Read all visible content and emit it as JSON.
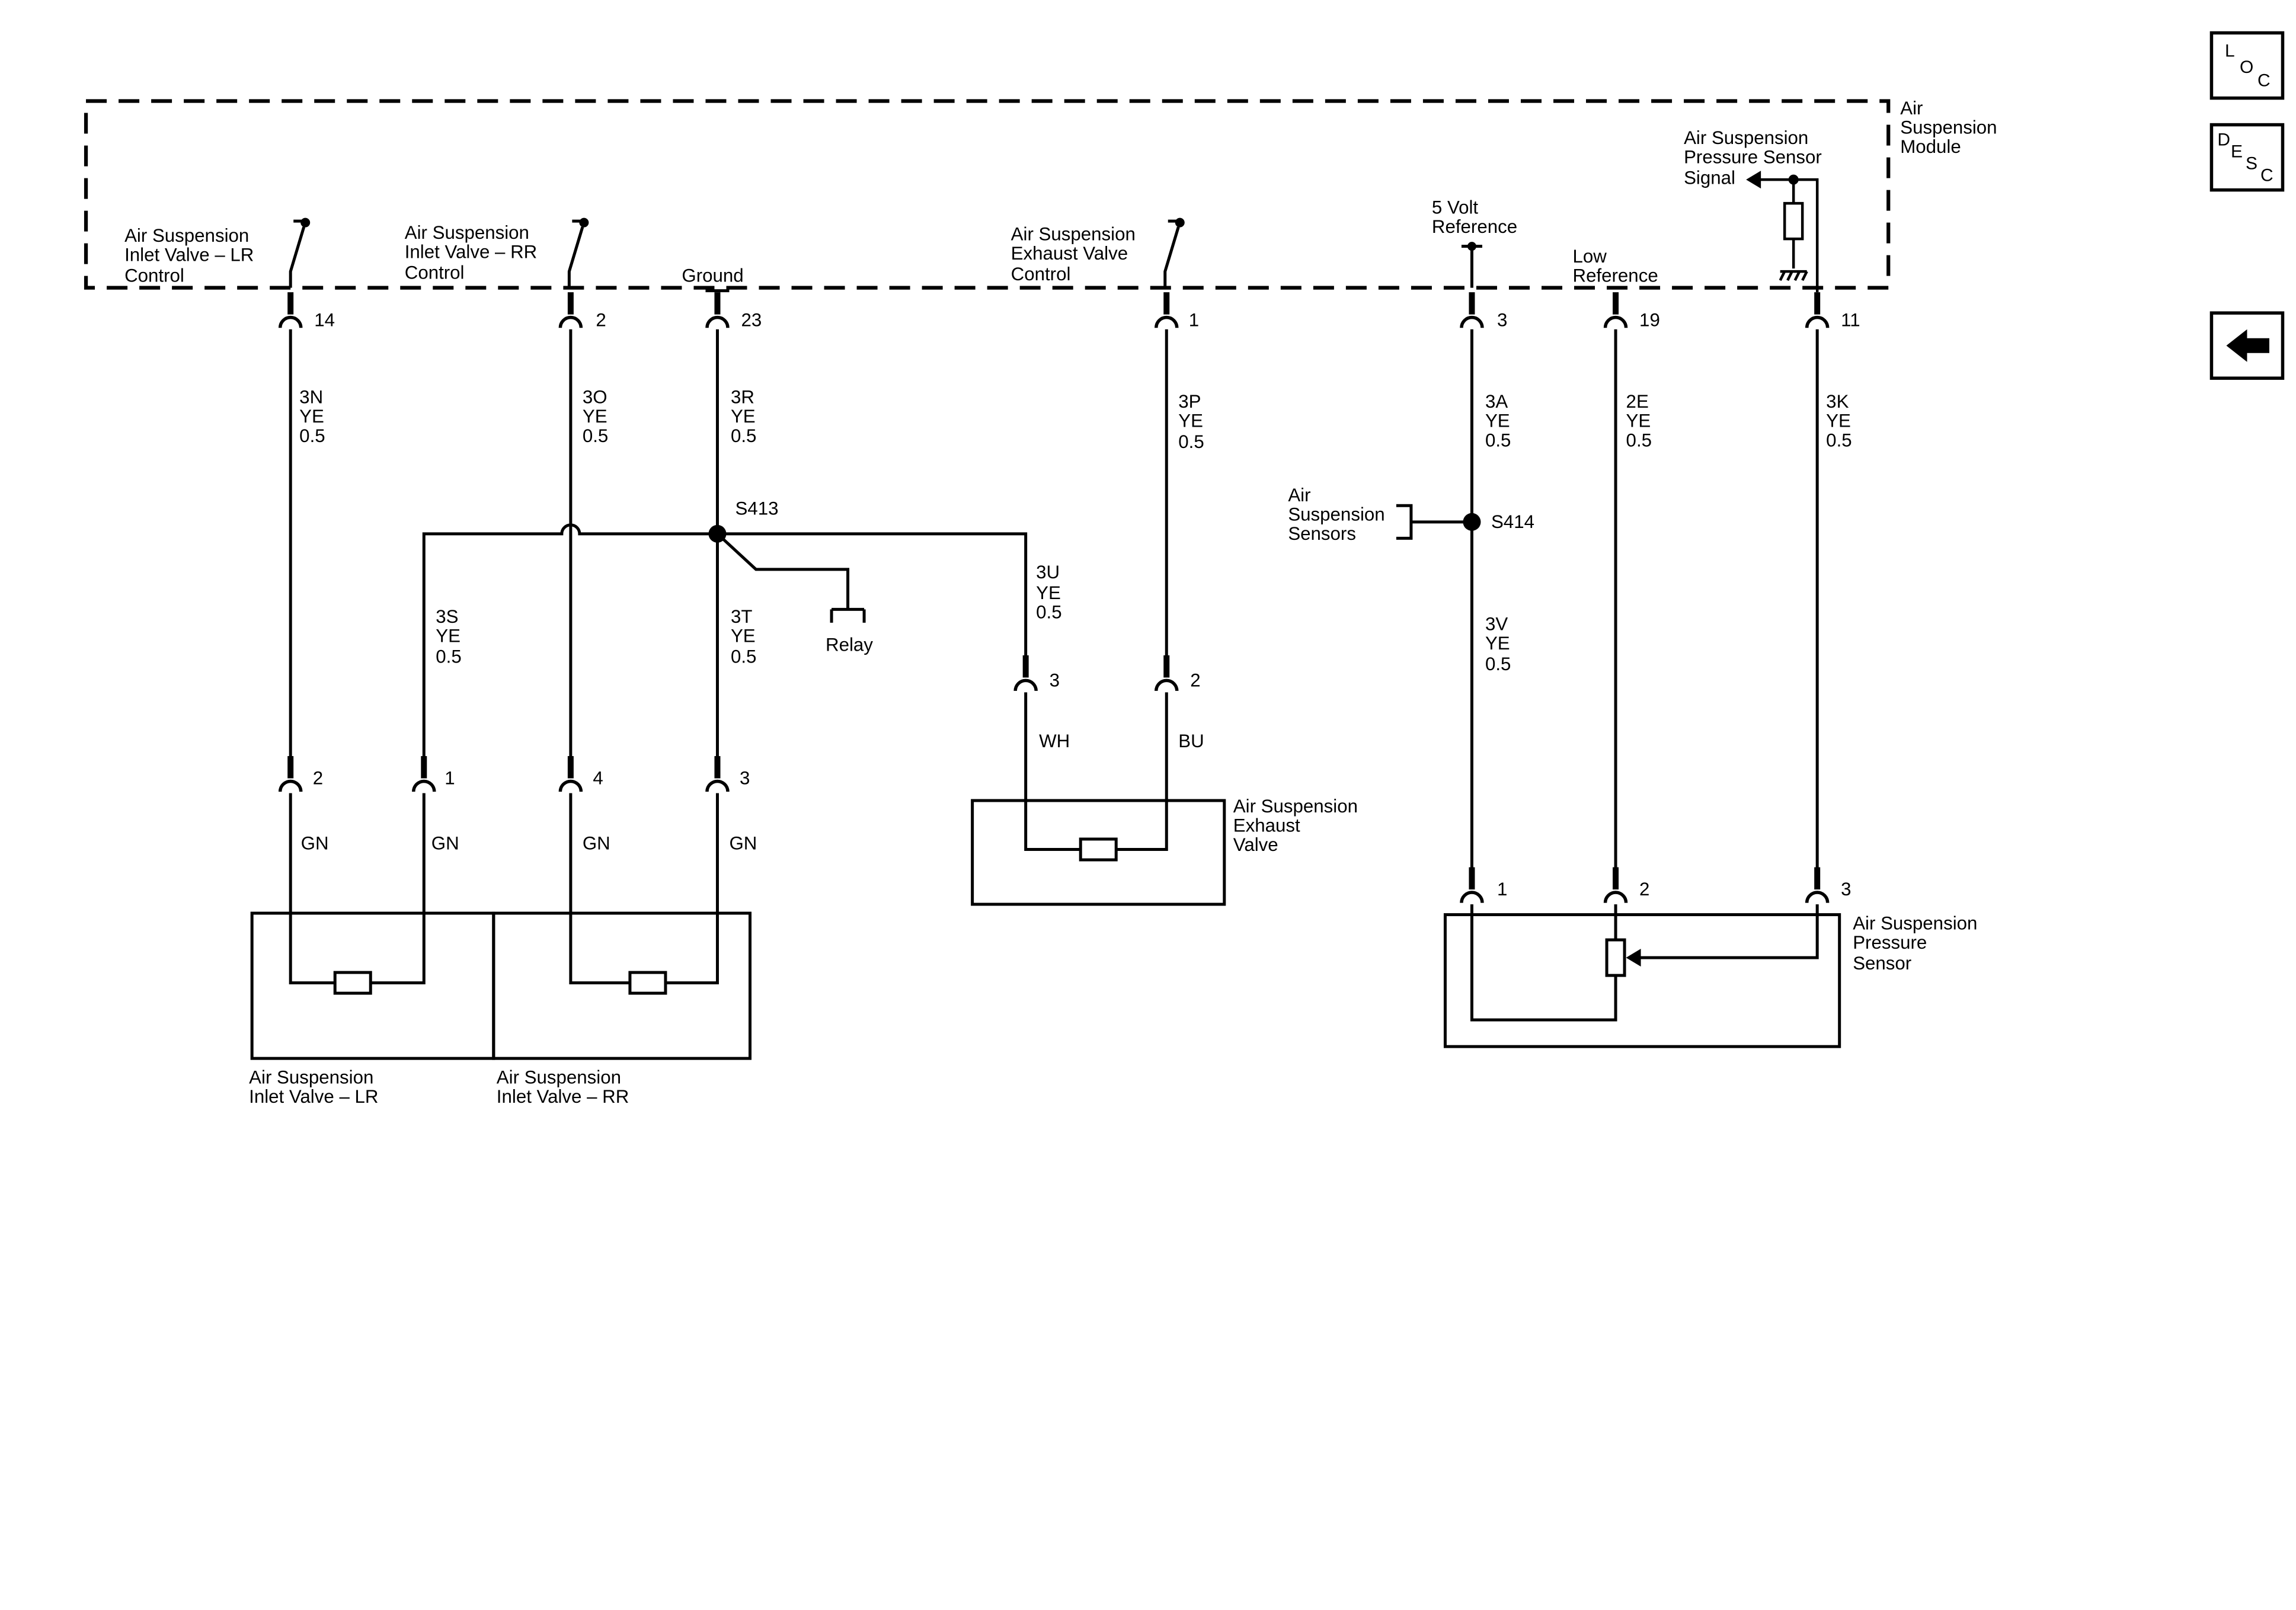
{
  "nav": {
    "loc": [
      "L",
      "O",
      "C"
    ],
    "desc": [
      "D",
      "E",
      "S",
      "C"
    ],
    "back_icon": "left-arrow-icon"
  },
  "module": {
    "name": [
      "Air",
      "Suspension",
      "Module"
    ],
    "signal": [
      "Air Suspension",
      "Pressure Sensor",
      "Signal"
    ],
    "inlet_lr": [
      "Air Suspension",
      "Inlet Valve – LR",
      "Control"
    ],
    "inlet_rr": [
      "Air Suspension",
      "Inlet Valve – RR",
      "Control"
    ],
    "ground": "Ground",
    "exhaust": [
      "Air Suspension",
      "Exhaust Valve",
      "Control"
    ],
    "five_volt": [
      "5 Volt",
      "Reference"
    ],
    "low_ref": [
      "Low",
      "Reference"
    ],
    "pins": {
      "inlet_lr": "14",
      "inlet_rr": "2",
      "ground": "23",
      "exhaust": "1",
      "five_volt": "3",
      "low_ref": "19",
      "signal": "11"
    }
  },
  "wires": {
    "w3n": [
      "3N",
      "YE",
      "0.5"
    ],
    "w3o": [
      "3O",
      "YE",
      "0.5"
    ],
    "w3r": [
      "3R",
      "YE",
      "0.5"
    ],
    "w3p": [
      "3P",
      "YE",
      "0.5"
    ],
    "w3a": [
      "3A",
      "YE",
      "0.5"
    ],
    "w2e": [
      "2E",
      "YE",
      "0.5"
    ],
    "w3k": [
      "3K",
      "YE",
      "0.5"
    ],
    "w3s": [
      "3S",
      "YE",
      "0.5"
    ],
    "w3t": [
      "3T",
      "YE",
      "0.5"
    ],
    "w3u": [
      "3U",
      "YE",
      "0.5"
    ],
    "w3v": [
      "3V",
      "YE",
      "0.5"
    ]
  },
  "splices": {
    "s413": "S413",
    "s414": "S414"
  },
  "relay": "Relay",
  "sensors_ref": [
    "Air",
    "Suspension",
    "Sensors"
  ],
  "exhaust_valve": {
    "name": [
      "Air Suspension",
      "Exhaust",
      "Valve"
    ],
    "pin3": "3",
    "pin2": "2",
    "wire_wh": "WH",
    "wire_bu": "BU"
  },
  "inlet_valves": {
    "lr_name": [
      "Air Suspension",
      "Inlet Valve – LR"
    ],
    "rr_name": [
      "Air Suspension",
      "Inlet Valve – RR"
    ],
    "pins": [
      "2",
      "1",
      "4",
      "3"
    ],
    "wire_colors": [
      "GN",
      "GN",
      "GN",
      "GN"
    ]
  },
  "pressure_sensor": {
    "name": [
      "Air Suspension",
      "Pressure",
      "Sensor"
    ],
    "pins": [
      "1",
      "2",
      "3"
    ]
  }
}
